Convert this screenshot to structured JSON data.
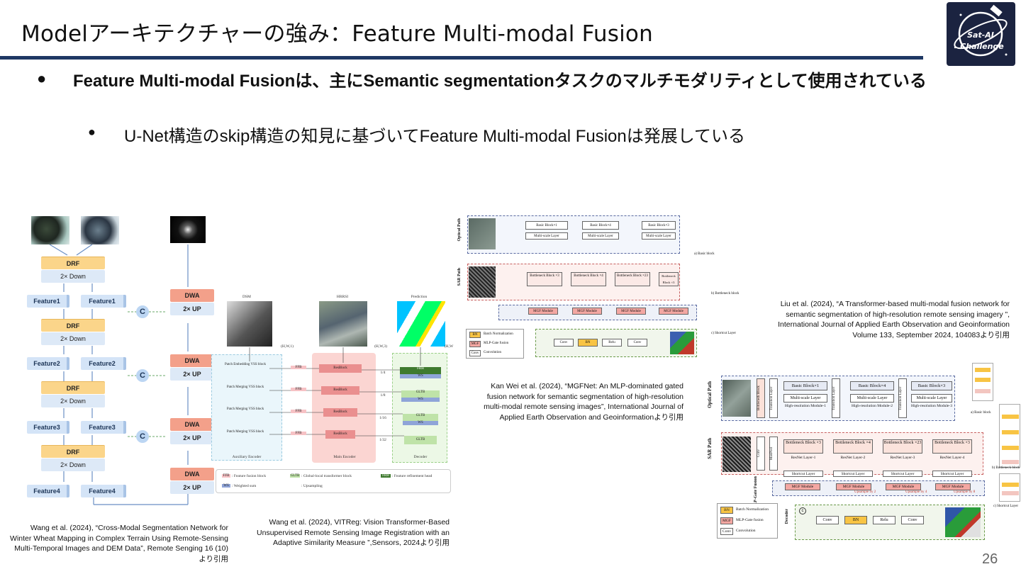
{
  "slide": {
    "title": "Modelアーキテクチャーの強み：Feature Multi-modal Fusion",
    "page_number": "26",
    "logo_alt": "Sat-AI Challenge"
  },
  "bullets": [
    {
      "dot": "●",
      "text": "Feature Multi-modal Fusionは、主にSemantic segmentationタスクのマルチモダリティとして使用されている"
    },
    {
      "dot": "●",
      "text": "U-Net構造のskip構造の知見に基づいてFeature Multi-modal Fusionは発展している"
    }
  ],
  "figure1": {
    "drf": "DRF",
    "down": "2× Down",
    "dwa": "DWA",
    "up": "2× UP",
    "concat": "C",
    "features": [
      "Feature1",
      "Feature2",
      "Feature3",
      "Feature4"
    ],
    "caption": "Wang et al. (2024), “Cross-Modal Segmentation Network for Winter Wheat Mapping in Complex Terrain Using Remote-Sensing Multi-Temporal Images and DEM Data”, Remote Senging 16 (10)より引用"
  },
  "figure2": {
    "headers": [
      "DSM",
      "HRRSI",
      "Prediction"
    ],
    "dims": [
      "(H,W,1)",
      "(H,W,3)",
      "(H,W"
    ],
    "aux_blocks": [
      "Patch Embedding VSS block",
      "Patch Merging VSS block",
      "Patch Merging VSS block",
      "Patch Merging VSS block"
    ],
    "ffb": "FFB",
    "resblock": "ResBlock",
    "gltb": "GLTB",
    "frh": "FRH",
    "ws": "WS",
    "scales": [
      "1/4",
      "1/8",
      "1/16",
      "1/32"
    ],
    "encoders": [
      "Auxiliary Encoder",
      "Main Encoder",
      "Decoder"
    ],
    "legend": [
      ": Feature fusion block",
      ": Global-local transformer block",
      ": Feature refinement head",
      ": Weighted sum",
      ": Upsampling"
    ],
    "caption": "Wang et al. (2024), VITReg: Vision Transformer-Based Unsupervised Remote Sensing Image Registration with an Adaptive Similarity Measure ”,Sensors, 2024より引用"
  },
  "figure3": {
    "paths": [
      "Optical Path",
      "SAR Path",
      "MLP-Gate Fusion",
      "Decoder"
    ],
    "basic_blocks": [
      "Basic Block×1",
      "Basic Block×4",
      "Basic Block×3"
    ],
    "multi_scale": "Multi-scale Layer",
    "hr_modules": [
      "High-resolution Module-1",
      "High-resolution Module-2",
      "High-resolution Module-3"
    ],
    "transition": "Transition Layer",
    "bottleneck_block": "Bottleneck Block",
    "bottleneck_blocks": [
      "Bottleneck Block ×3",
      "Bottleneck Block ×4",
      "Bottleneck Block ×23",
      "Bottleneck Block ×3"
    ],
    "resnet_layers": [
      "ResNet Layer-1",
      "ResNet Layer-2",
      "ResNet Layer-3",
      "ResNet Layer-4"
    ],
    "shortcut": "Shortcut Layer",
    "mgf": "MGF Module",
    "upsample": [
      "Upsample by 2",
      "Upsample by 4",
      "Upsample by 8"
    ],
    "conv": "Conv",
    "maxpool": "MaxPool",
    "bn": "BN",
    "relu": "Relu",
    "legend": [
      {
        "key": "BN",
        "text": "Batch Normalization"
      },
      {
        "key": "MGF",
        "text": "MLP-Gate fusion"
      },
      {
        "key": "Conv",
        "text": "Convolution"
      }
    ],
    "side_labels": [
      "a) Basic block",
      "b) Bottleneck block",
      "c) Shortcut Layer"
    ],
    "caption": "Kan Wei et al. (2024), “MGFNet: An MLP-dominated gated fusion network for semantic segmentation of high-resolution multi-modal remote sensing images”, International Journal of Applied Earth Observation and Geoinformationより引用"
  },
  "figure4": {
    "caption": "Liu et al. (2024), “A Transformer-based multi-modal fusion network for semantic segmentation of high-resolution remote sensing imagery ”, International Journal of Applied Earth Observation and Geoinformation Volume 133, September 2024, 104083より引用"
  }
}
